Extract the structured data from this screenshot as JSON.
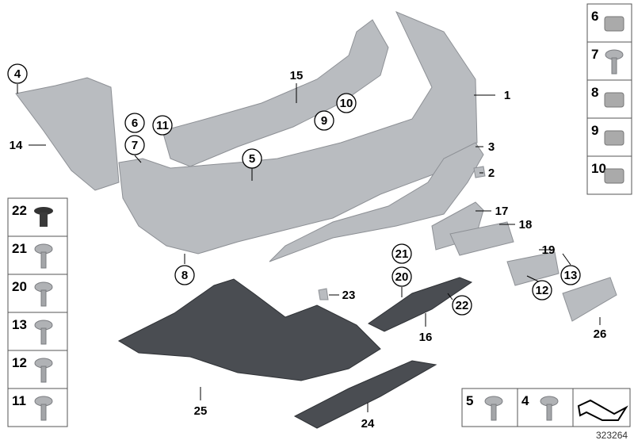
{
  "diagram": {
    "catalog_number": "323264",
    "callouts": [
      {
        "id": "1",
        "circled": false
      },
      {
        "id": "2",
        "circled": false
      },
      {
        "id": "3",
        "circled": false
      },
      {
        "id": "4",
        "circled": true
      },
      {
        "id": "5",
        "circled": true
      },
      {
        "id": "6",
        "circled": true
      },
      {
        "id": "7",
        "circled": true
      },
      {
        "id": "8",
        "circled": true
      },
      {
        "id": "9",
        "circled": true
      },
      {
        "id": "10",
        "circled": true
      },
      {
        "id": "11",
        "circled": true
      },
      {
        "id": "12",
        "circled": true
      },
      {
        "id": "13",
        "circled": true
      },
      {
        "id": "14",
        "circled": false
      },
      {
        "id": "15",
        "circled": false
      },
      {
        "id": "16",
        "circled": false
      },
      {
        "id": "17",
        "circled": false
      },
      {
        "id": "18",
        "circled": false
      },
      {
        "id": "19",
        "circled": false
      },
      {
        "id": "20",
        "circled": true
      },
      {
        "id": "21",
        "circled": true
      },
      {
        "id": "22",
        "circled": true
      },
      {
        "id": "23",
        "circled": false
      },
      {
        "id": "24",
        "circled": false
      },
      {
        "id": "25",
        "circled": false
      },
      {
        "id": "26",
        "circled": false
      }
    ],
    "right_legend": [
      "6",
      "7",
      "8",
      "9",
      "10"
    ],
    "left_legend": [
      "22",
      "21",
      "20",
      "13",
      "12",
      "11"
    ],
    "bottom_legend": [
      "5",
      "4"
    ],
    "colors": {
      "part": "#b9bcc0",
      "dark_part": "#4a4d52",
      "line": "#000000"
    }
  }
}
